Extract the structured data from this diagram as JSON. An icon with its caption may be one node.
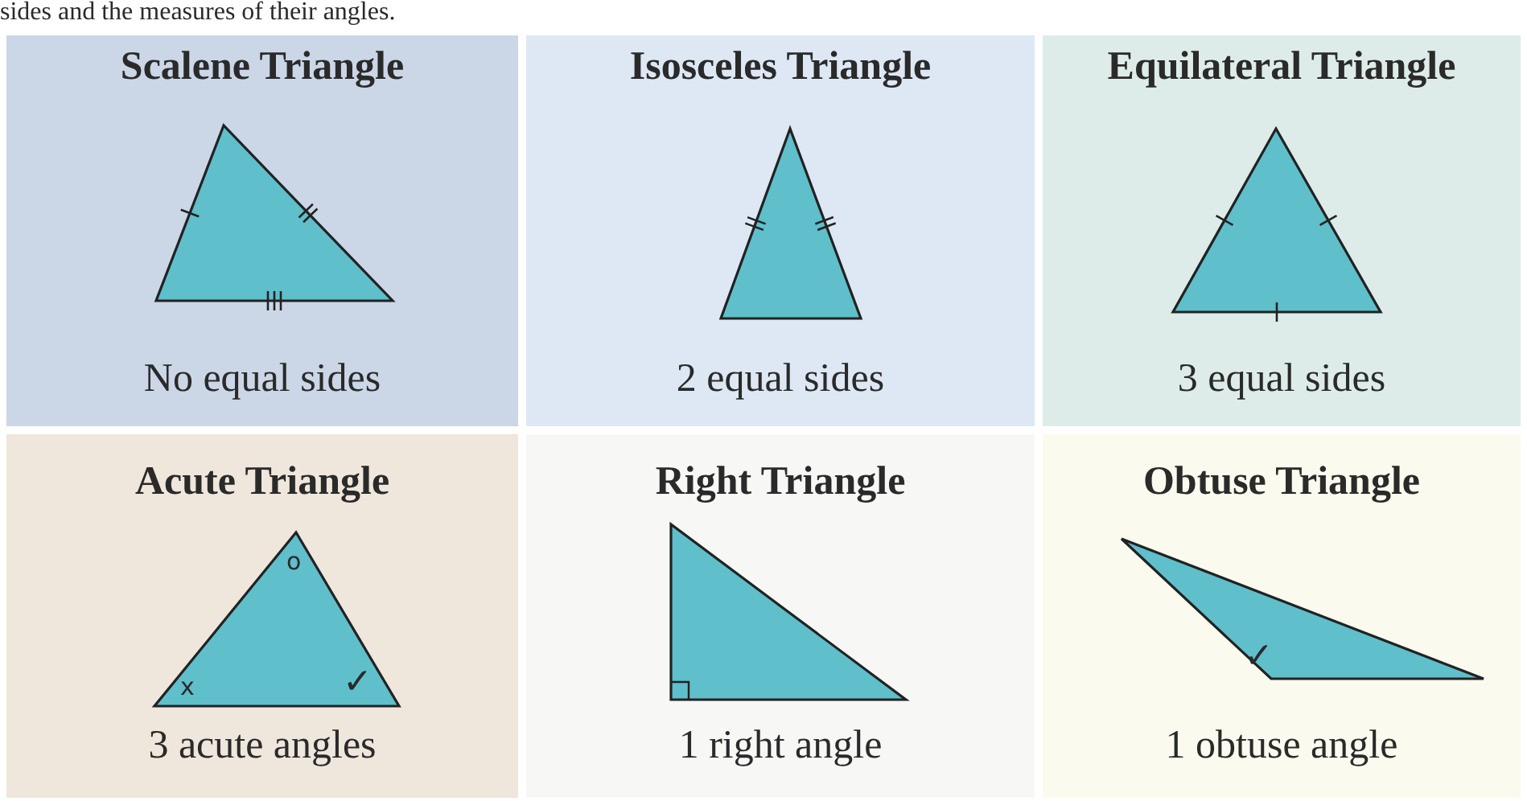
{
  "diagram": {
    "nodes": [
      {
        "text": [
          "Scalene Triangle",
          "No equal sides"
        ]
      },
      {
        "text": [
          "Isosceles Triangle",
          "2 equal sides"
        ]
      },
      {
        "text": [
          "Equilateral Triangle",
          "3 equal sides"
        ]
      },
      {
        "text": [
          "Acute Triangle",
          "3 acute angles"
        ]
      },
      {
        "text": [
          "Right Triangle",
          "1 right angle"
        ]
      },
      {
        "text": [
          "Obtuse Triangle",
          "1 obtuse angle"
        ]
      }
    ],
    "labels": [
      "sides and the measures of their angles.",
      "o",
      "x",
      "✓",
      "✓"
    ]
  }
}
